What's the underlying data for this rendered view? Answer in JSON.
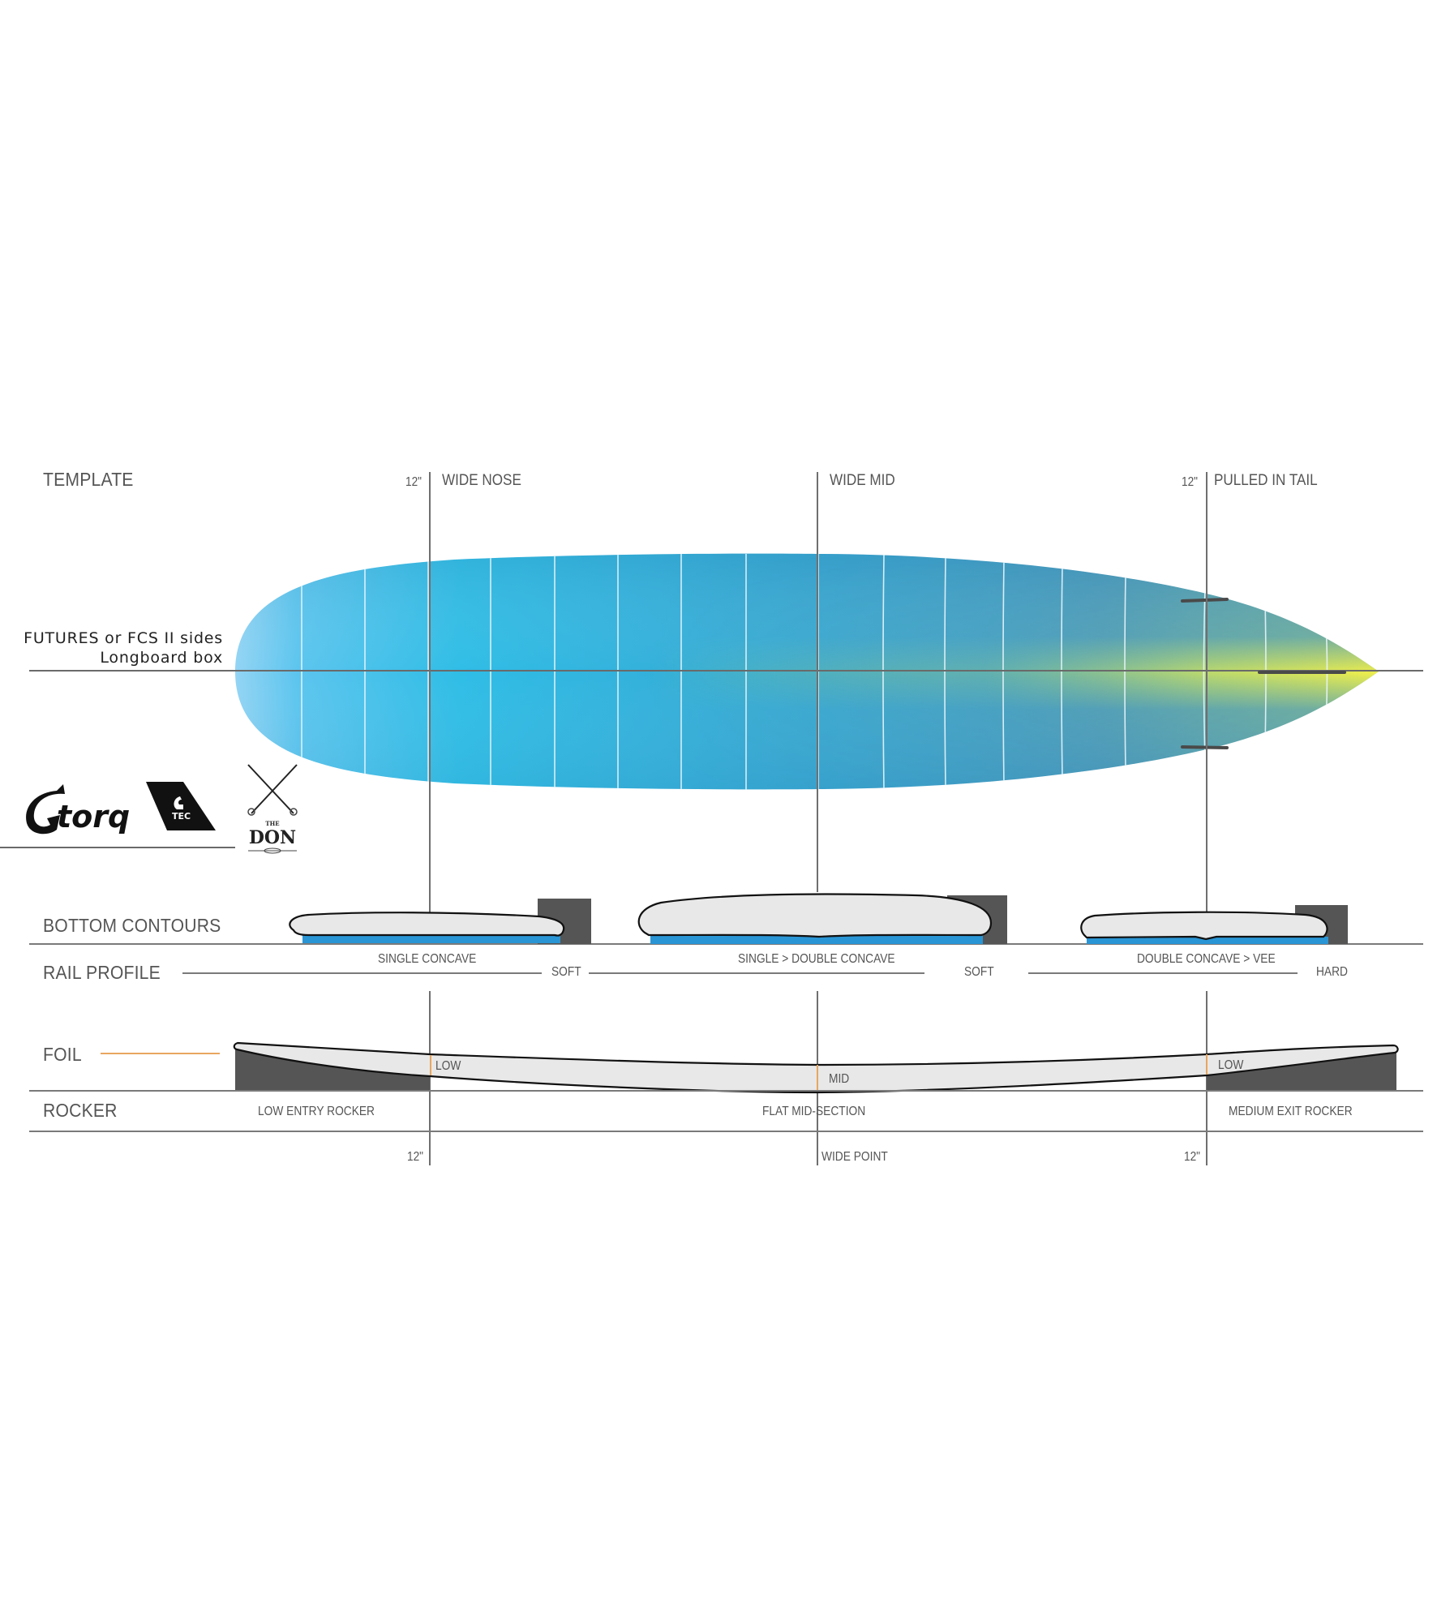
{
  "template": {
    "section_label": "TEMPLATE",
    "markers": [
      {
        "measure": "12\"",
        "label": "WIDE NOSE"
      },
      {
        "measure": "",
        "label": "WIDE MID"
      },
      {
        "measure": "12\"",
        "label": "PULLED IN TAIL"
      }
    ],
    "fin_setup": {
      "line1": "FUTURES or FCS II sides",
      "line2": "Longboard box"
    },
    "board_colors": {
      "nose": "#8fd0f3",
      "mid": "#2dbde6",
      "center": "#3a9fc7",
      "tail_outer": "#4f9fb5",
      "tail_center": "#f2f04a"
    }
  },
  "logos": {
    "brand": "torq",
    "tec": "TEC",
    "model_small": "THE",
    "model": "DON"
  },
  "bottom_contours": {
    "section_label": "BOTTOM  CONTOURS",
    "segments": [
      {
        "label": "SINGLE CONCAVE"
      },
      {
        "label": "SINGLE > DOUBLE CONCAVE"
      },
      {
        "label": "DOUBLE CONCAVE > VEE"
      }
    ],
    "contour_color": "#2a95d4"
  },
  "rail_profile": {
    "section_label": "RAIL PROFILE",
    "values": [
      "SOFT",
      "SOFT",
      "HARD"
    ]
  },
  "foil": {
    "section_label": "FOIL",
    "legend_color": "#e8a65f",
    "points": [
      "LOW",
      "MID",
      "LOW"
    ]
  },
  "rocker": {
    "section_label": "ROCKER",
    "segments": [
      "LOW ENTRY ROCKER",
      "FLAT MID-SECTION",
      "MEDIUM EXIT ROCKER"
    ]
  },
  "bottom_markers": {
    "left": "12\"",
    "center": "WIDE POINT",
    "right": "12\""
  }
}
